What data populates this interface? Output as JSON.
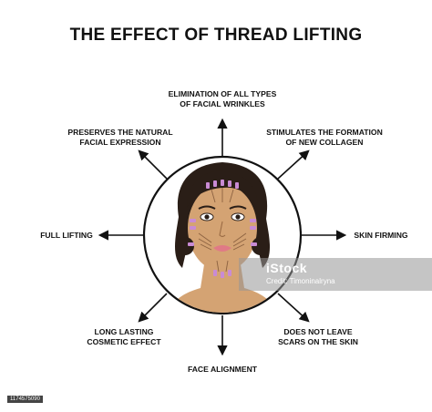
{
  "title": "THE EFFECT OF THREAD LIFTING",
  "effects": {
    "top": "ELIMINATION OF ALL TYPES\nOF FACIAL WRINKLES",
    "top_left": "PRESERVES THE NATURAL\nFACIAL EXPRESSION",
    "top_right": "STIMULATES THE FORMATION\nOF NEW COLLAGEN",
    "left": "FULL LIFTING",
    "right": "SKIN FIRMING",
    "bottom_left": "LONG LASTING\nCOSMETIC EFFECT",
    "bottom_right": "DOES NOT LEAVE\nSCARS ON THE SKIN",
    "bottom": "FACE ALIGNMENT"
  },
  "watermark": {
    "logo": "iStock",
    "credit": "Credit: Timoninalryna",
    "stock_id": "1174575090"
  },
  "colors": {
    "skin": "#d4a373",
    "hair": "#2a1e17",
    "thread": "#c98bd4",
    "arrow": "#111111",
    "lips": "#e07a86"
  }
}
